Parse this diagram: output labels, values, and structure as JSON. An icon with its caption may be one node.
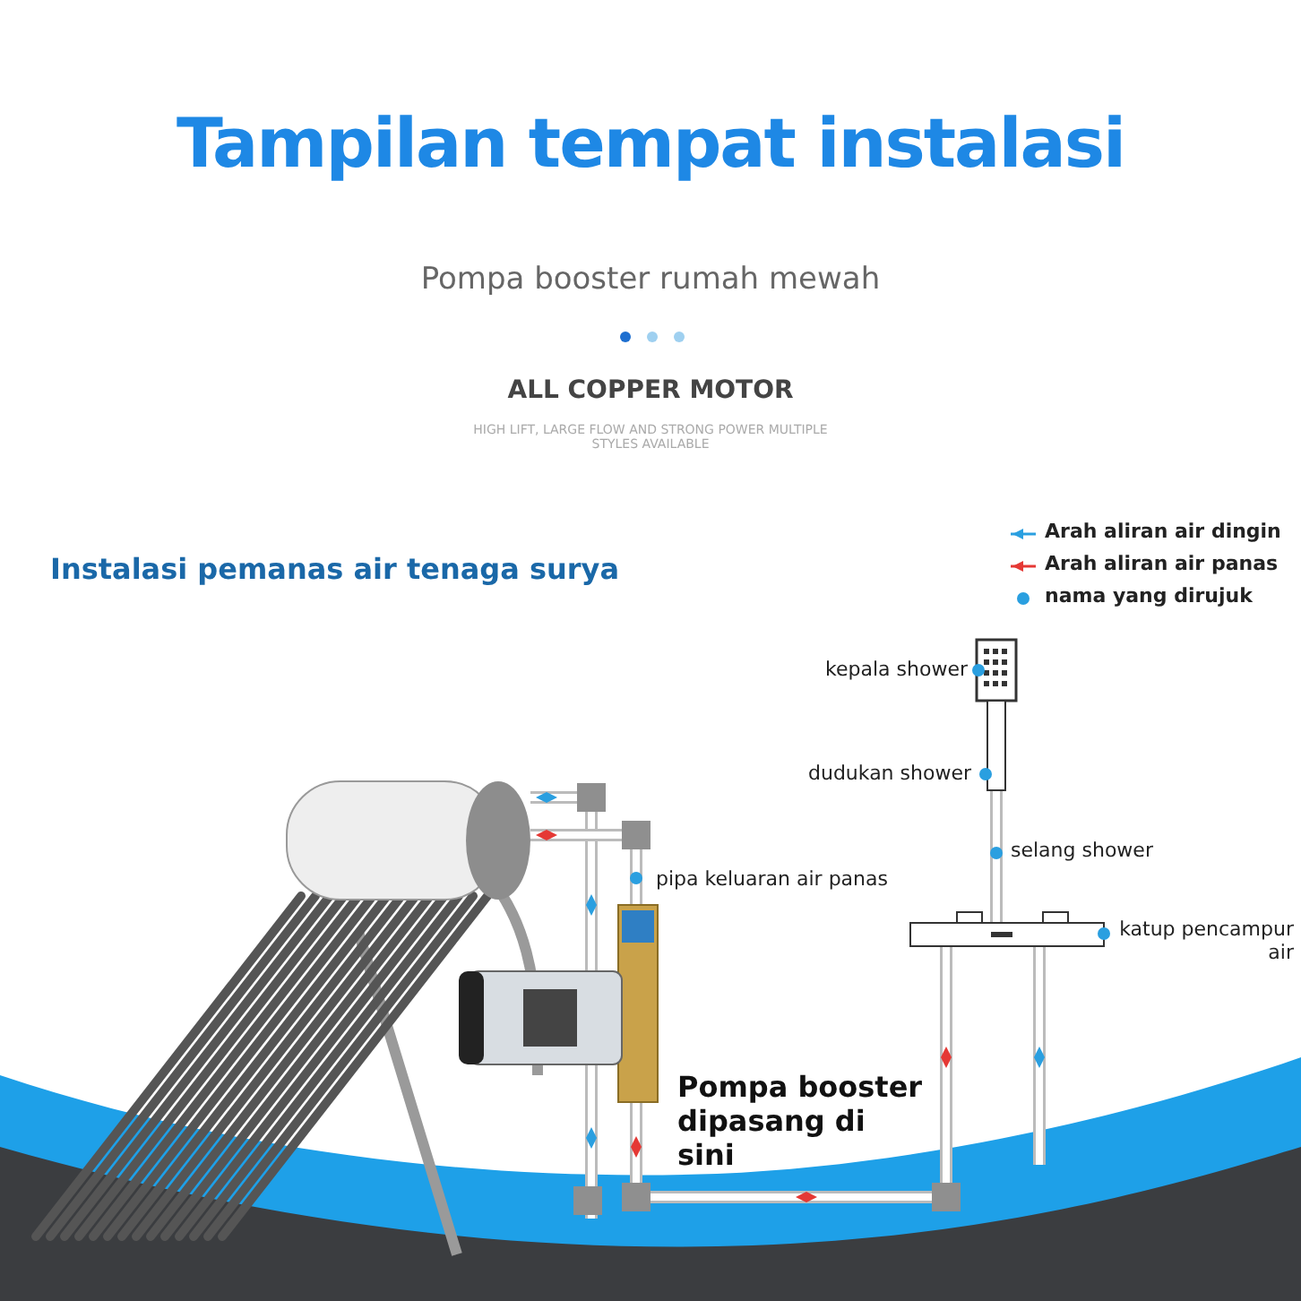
{
  "diagram": {
    "title": "Tampilan tempat instalasi",
    "labels": [
      "Pompa booster rumah mewah",
      "ALL COPPER MOTOR",
      "HIGH LIFT, LARGE FLOW AND STRONG POWER MULTIPLE STYLES AVAILABLE",
      "Instalasi pemanas air tenaga surya",
      "kepala shower",
      "dudukan shower",
      "selang shower",
      "pipa keluaran air panas",
      "katup pencampur air",
      "Pompa booster dipasang di sini"
    ],
    "legend": [
      {
        "text": "Arah aliran air dingin"
      },
      {
        "text": "Arah aliran air panas"
      },
      {
        "text": "nama yang dirujuk",
        "color": "#2a9fe0"
      }
    ]
  }
}
